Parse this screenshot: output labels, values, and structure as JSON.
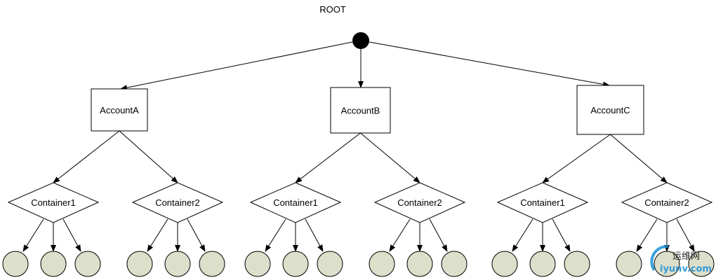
{
  "root": {
    "label": "ROOT"
  },
  "accounts": [
    {
      "label": "AccountA",
      "containers": [
        {
          "label": "Container1",
          "leaves": 3
        },
        {
          "label": "Container2",
          "leaves": 3
        }
      ]
    },
    {
      "label": "AccountB",
      "containers": [
        {
          "label": "Container1",
          "leaves": 3
        },
        {
          "label": "Container2",
          "leaves": 3
        }
      ]
    },
    {
      "label": "AccountC",
      "containers": [
        {
          "label": "Container1",
          "leaves": 3
        },
        {
          "label": "Container2",
          "leaves": 3
        }
      ]
    }
  ],
  "colors": {
    "stroke": "#000000",
    "leaf_fill": "#dcdfca",
    "root_fill": "#000000",
    "watermark": "#1a8fd6"
  },
  "watermark": {
    "cn": "运维网",
    "en": "iyunv.com"
  }
}
